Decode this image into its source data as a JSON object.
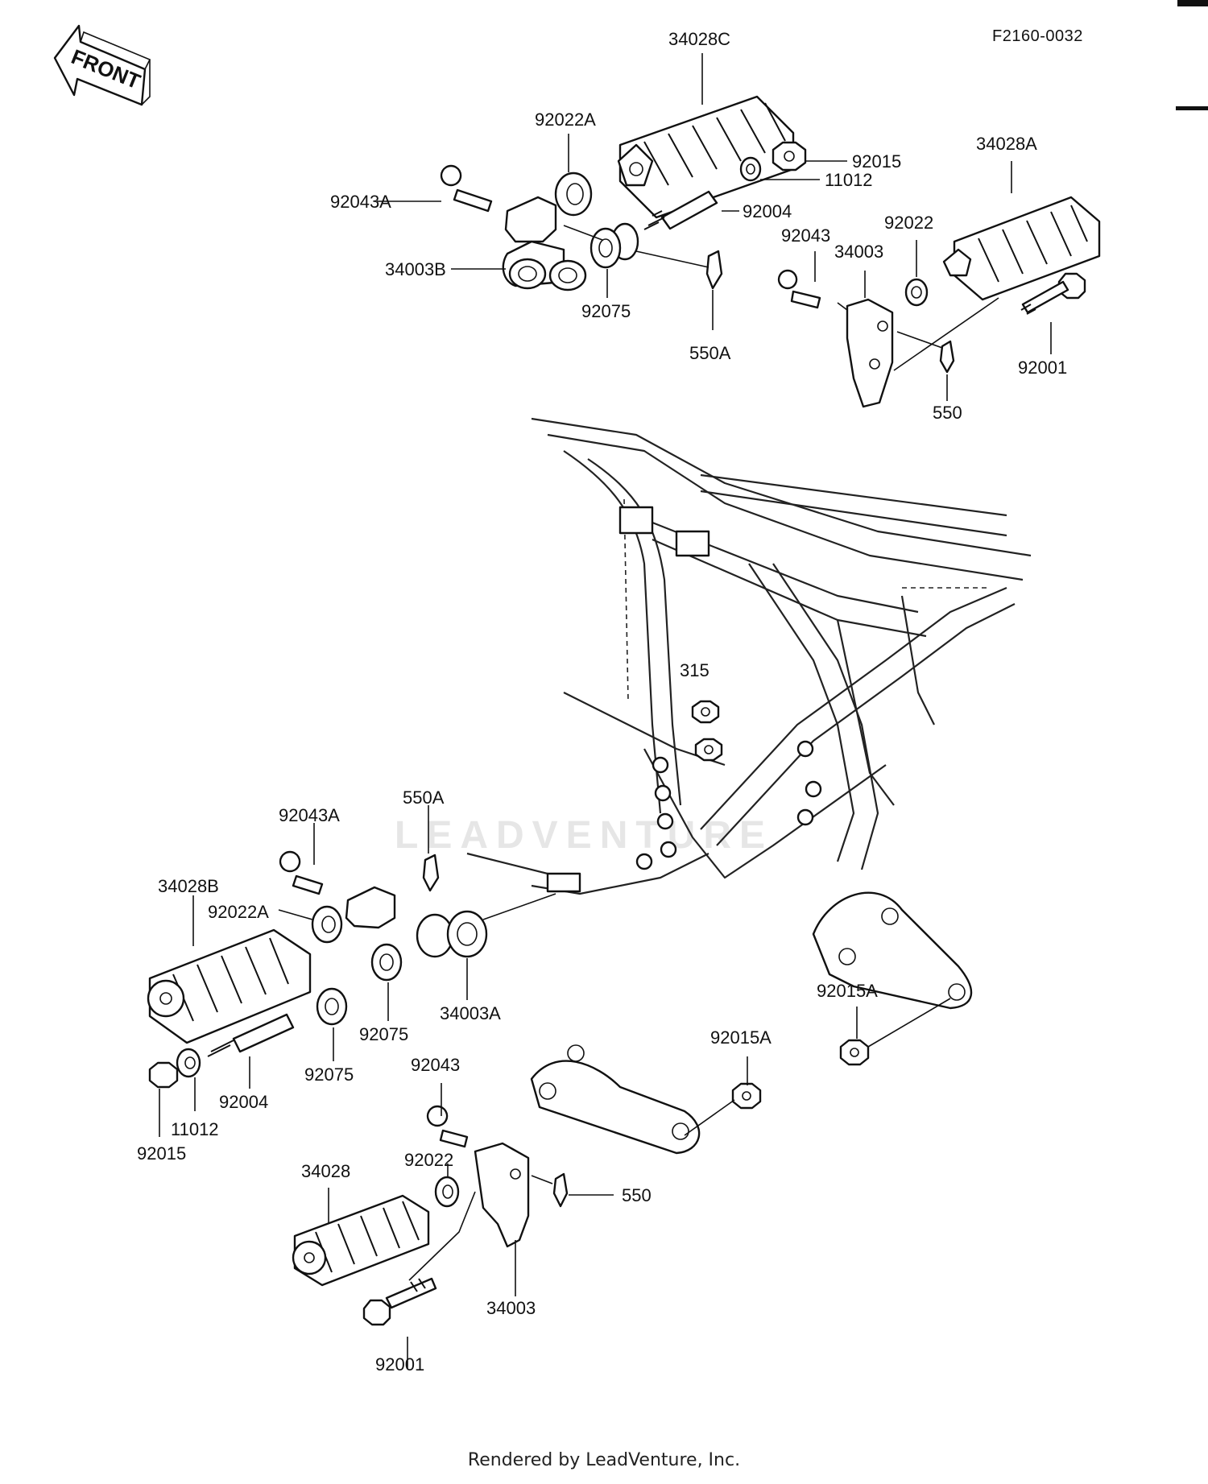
{
  "header": {
    "figure_code": "F2160-0032",
    "front_label": "FRONT"
  },
  "watermark": "LEADVENTURE",
  "footer": "Rendered by LeadVenture, Inc.",
  "callouts": [
    "34028C",
    "92022A",
    "92015",
    "11012",
    "92043A",
    "92004",
    "34028A",
    "34003B",
    "92043",
    "92022",
    "34003",
    "92075",
    "550A",
    "92001",
    "550",
    "315",
    "550A",
    "92043A",
    "34028B",
    "92022A",
    "34003A",
    "92075",
    "92075",
    "92004",
    "92015A",
    "11012",
    "92015",
    "92043",
    "92015A",
    "92022",
    "550",
    "34028",
    "34003",
    "92001"
  ]
}
